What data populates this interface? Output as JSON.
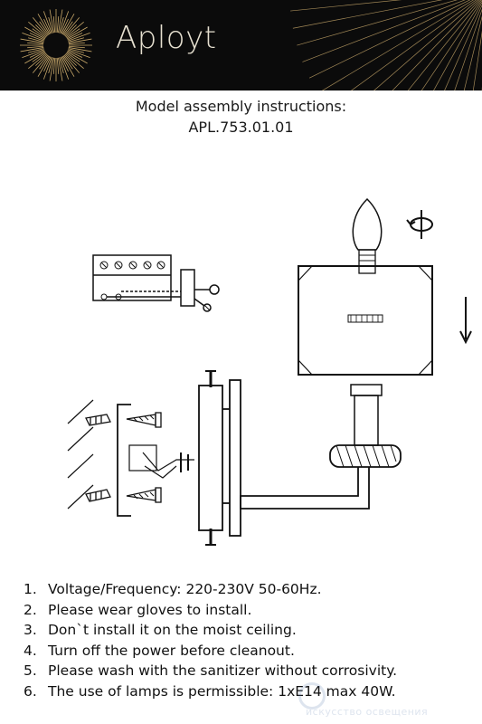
{
  "header": {
    "brand": "Aployt"
  },
  "document": {
    "title_line1": "Model assembly instructions:",
    "title_line2": "APL.753.01.01"
  },
  "rules": [
    {
      "num": "1.",
      "text": "Voltage/Frequency: 220-230V 50-60Hz."
    },
    {
      "num": "2.",
      "text": "Please wear gloves to install."
    },
    {
      "num": "3.",
      "text": "Don`t install it on the moist ceiling."
    },
    {
      "num": "4.",
      "text": "Turn off the power before cleanout."
    },
    {
      "num": "5.",
      "text": "Please wash with the sanitizer without corrosivity."
    },
    {
      "num": "6.",
      "text": "The use of lamps is permissible: 1xE14 max 40W."
    }
  ],
  "watermark": {
    "subtitle": "искусство освещения"
  },
  "icons": {
    "logo": "sunburst-logo-icon",
    "rotate": "rotate-icon",
    "arrow": "arrow-down-icon"
  },
  "colors": {
    "banner_bg": "#0b0b0b",
    "brand_gold": "#c8a86a",
    "line": "#111111"
  }
}
